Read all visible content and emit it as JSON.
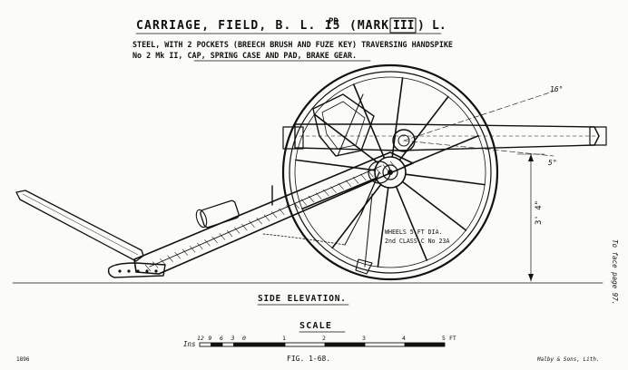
{
  "title": {
    "main": "CARRIAGE, FIELD, B. L. 15",
    "pr": "PR",
    "mark": "(MARK",
    "mark_num": "III",
    "mark_close": ")",
    "suffix": "L."
  },
  "subtitle": {
    "line1": "STEEL, WITH 2 POCKETS (BREECH BRUSH AND FUZE KEY) TRAVERSING HANDSPIKE",
    "line2": "No 2  Mk II, CAP, SPRING CASE AND PAD, BRAKE GEAR."
  },
  "annotations": {
    "angle_upper": "16°",
    "angle_lower": "5°",
    "height_dim": "3' 4\"",
    "wheel_line1": "WHEELS 5 FT DIA.",
    "wheel_line2": "2nd CLASS C No 23A"
  },
  "caption": "SIDE ELEVATION.",
  "scale": {
    "title": "SCALE",
    "ins_label": "Ins",
    "inch_ticks": [
      "12",
      "9",
      "6",
      "3",
      "0"
    ],
    "feet_ticks": [
      "1",
      "2",
      "3",
      "4",
      "5"
    ],
    "feet_unit": "FT"
  },
  "figure_label": "FIG. 1-68.",
  "side_note": "To face page 97.",
  "publisher": "Malby & Sons, Lith.",
  "corner_mark": "1896"
}
